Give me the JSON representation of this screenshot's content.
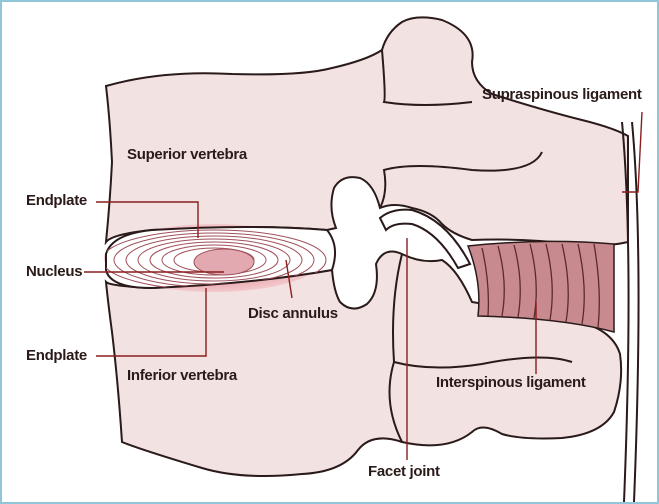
{
  "colors": {
    "bone": "#f2e2e2",
    "outline": "#2b1a1a",
    "leader": "#8a1e1e",
    "nucleus_glow": "#e9a0a8",
    "ligament_fill": "#c98a8f",
    "frame_border": "#8fc7d8"
  },
  "labels": {
    "superior_vertebra": "Superior vertebra",
    "inferior_vertebra": "Inferior vertebra",
    "endplate_top": "Endplate",
    "nucleus": "Nucleus",
    "endplate_bottom": "Endplate",
    "disc_annulus": "Disc annulus",
    "supraspinous_ligament": "Supraspinous ligament",
    "interspinous_ligament": "Interspinous ligament",
    "facet_joint": "Facet joint"
  }
}
